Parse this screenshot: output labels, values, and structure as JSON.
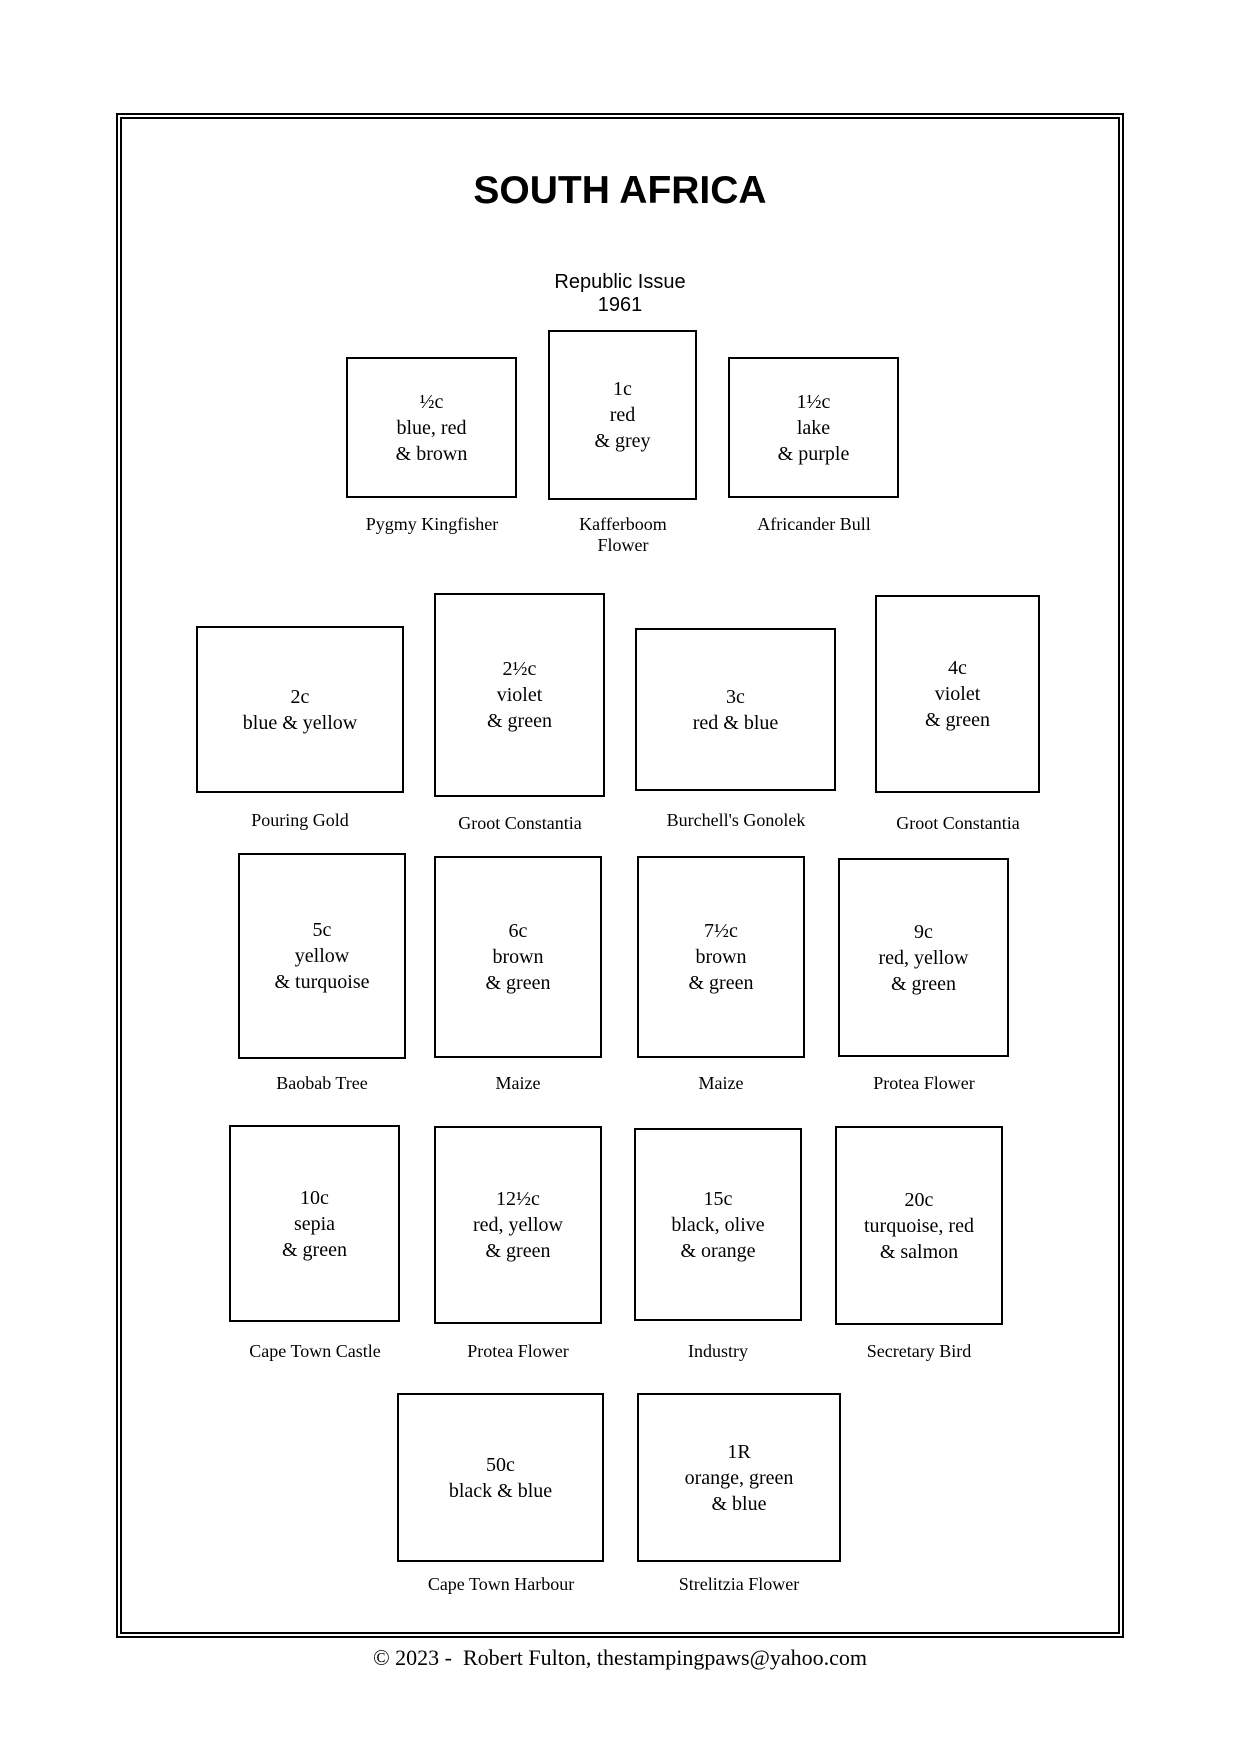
{
  "page": {
    "title": "SOUTH AFRICA",
    "subtitle": "Republic Issue\n1961",
    "footer": "© 2023 -  Robert Fulton, thestampingpaws@yahoo.com"
  },
  "stamps": [
    {
      "id": "half-c",
      "label": "½c\nblue, red\n& brown",
      "caption": "Pygmy Kingfisher"
    },
    {
      "id": "1c",
      "label": "1c\nred\n& grey",
      "caption": "Kafferboom\nFlower"
    },
    {
      "id": "1-half-c",
      "label": "1½c\nlake\n& purple",
      "caption": "Africander Bull"
    },
    {
      "id": "2c",
      "label": "2c\nblue & yellow",
      "caption": "Pouring Gold"
    },
    {
      "id": "2-half-c",
      "label": "2½c\nviolet\n& green",
      "caption": "Groot Constantia"
    },
    {
      "id": "3c",
      "label": "3c\nred & blue",
      "caption": "Burchell's Gonolek"
    },
    {
      "id": "4c",
      "label": "4c\nviolet\n& green",
      "caption": "Groot Constantia"
    },
    {
      "id": "5c",
      "label": "5c\nyellow\n& turquoise",
      "caption": "Baobab Tree"
    },
    {
      "id": "6c",
      "label": "6c\nbrown\n& green",
      "caption": "Maize"
    },
    {
      "id": "7-half-c",
      "label": "7½c\nbrown\n& green",
      "caption": "Maize"
    },
    {
      "id": "9c",
      "label": "9c\nred, yellow\n& green",
      "caption": "Protea Flower"
    },
    {
      "id": "10c",
      "label": "10c\nsepia\n& green",
      "caption": "Cape Town Castle"
    },
    {
      "id": "12-half-c",
      "label": "12½c\nred, yellow\n& green",
      "caption": "Protea Flower"
    },
    {
      "id": "15c",
      "label": "15c\nblack, olive\n& orange",
      "caption": "Industry"
    },
    {
      "id": "20c",
      "label": "20c\nturquoise, red\n& salmon",
      "caption": "Secretary Bird"
    },
    {
      "id": "50c",
      "label": "50c\nblack & blue",
      "caption": "Cape Town Harbour"
    },
    {
      "id": "1r",
      "label": "1R\norange, green\n& blue",
      "caption": "Strelitzia Flower"
    }
  ]
}
